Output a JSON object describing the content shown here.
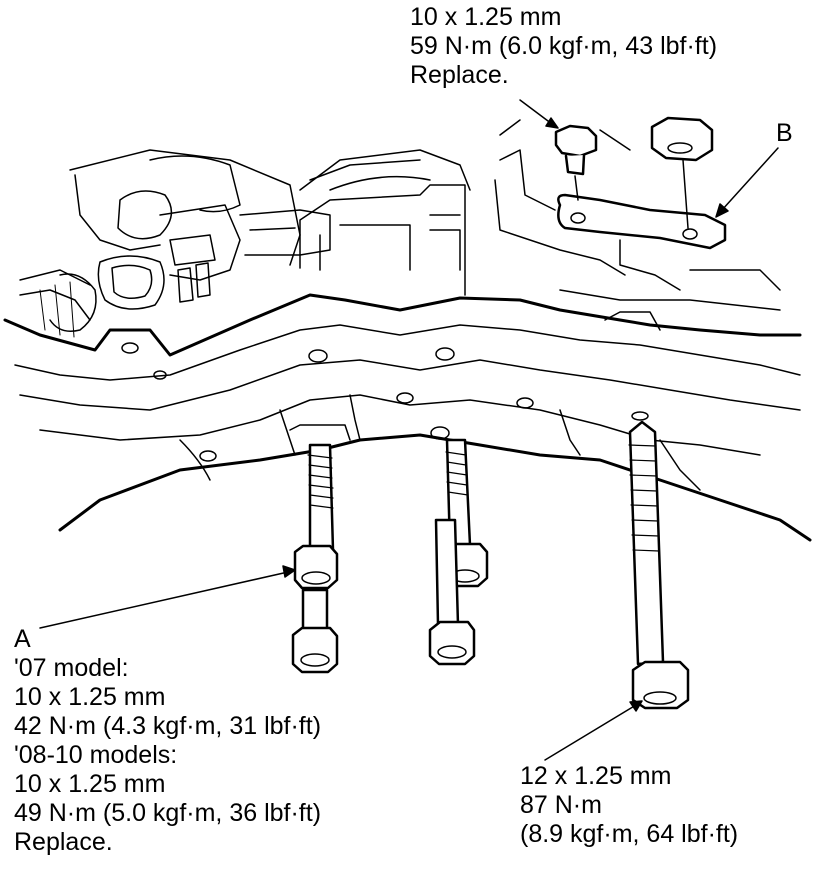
{
  "callouts": {
    "top": {
      "line1": "10 x 1.25 mm",
      "line2": "59 N·m (6.0 kgf·m, 43 lbf·ft)",
      "line3": "Replace."
    },
    "label_b": "B",
    "a": {
      "label": "A",
      "line1": "'07 model:",
      "line2": "10 x 1.25 mm",
      "line3": "42 N·m (4.3 kgf·m, 31 lbf·ft)",
      "line4": "'08-10 models:",
      "line5": "10 x 1.25 mm",
      "line6": "49 N·m (5.0 kgf·m, 36 lbf·ft)",
      "line7": "Replace."
    },
    "bottom_right": {
      "line1": "12 x 1.25 mm",
      "line2": "87 N·m",
      "line3": "(8.9 kgf·m, 64 lbf·ft)"
    }
  }
}
